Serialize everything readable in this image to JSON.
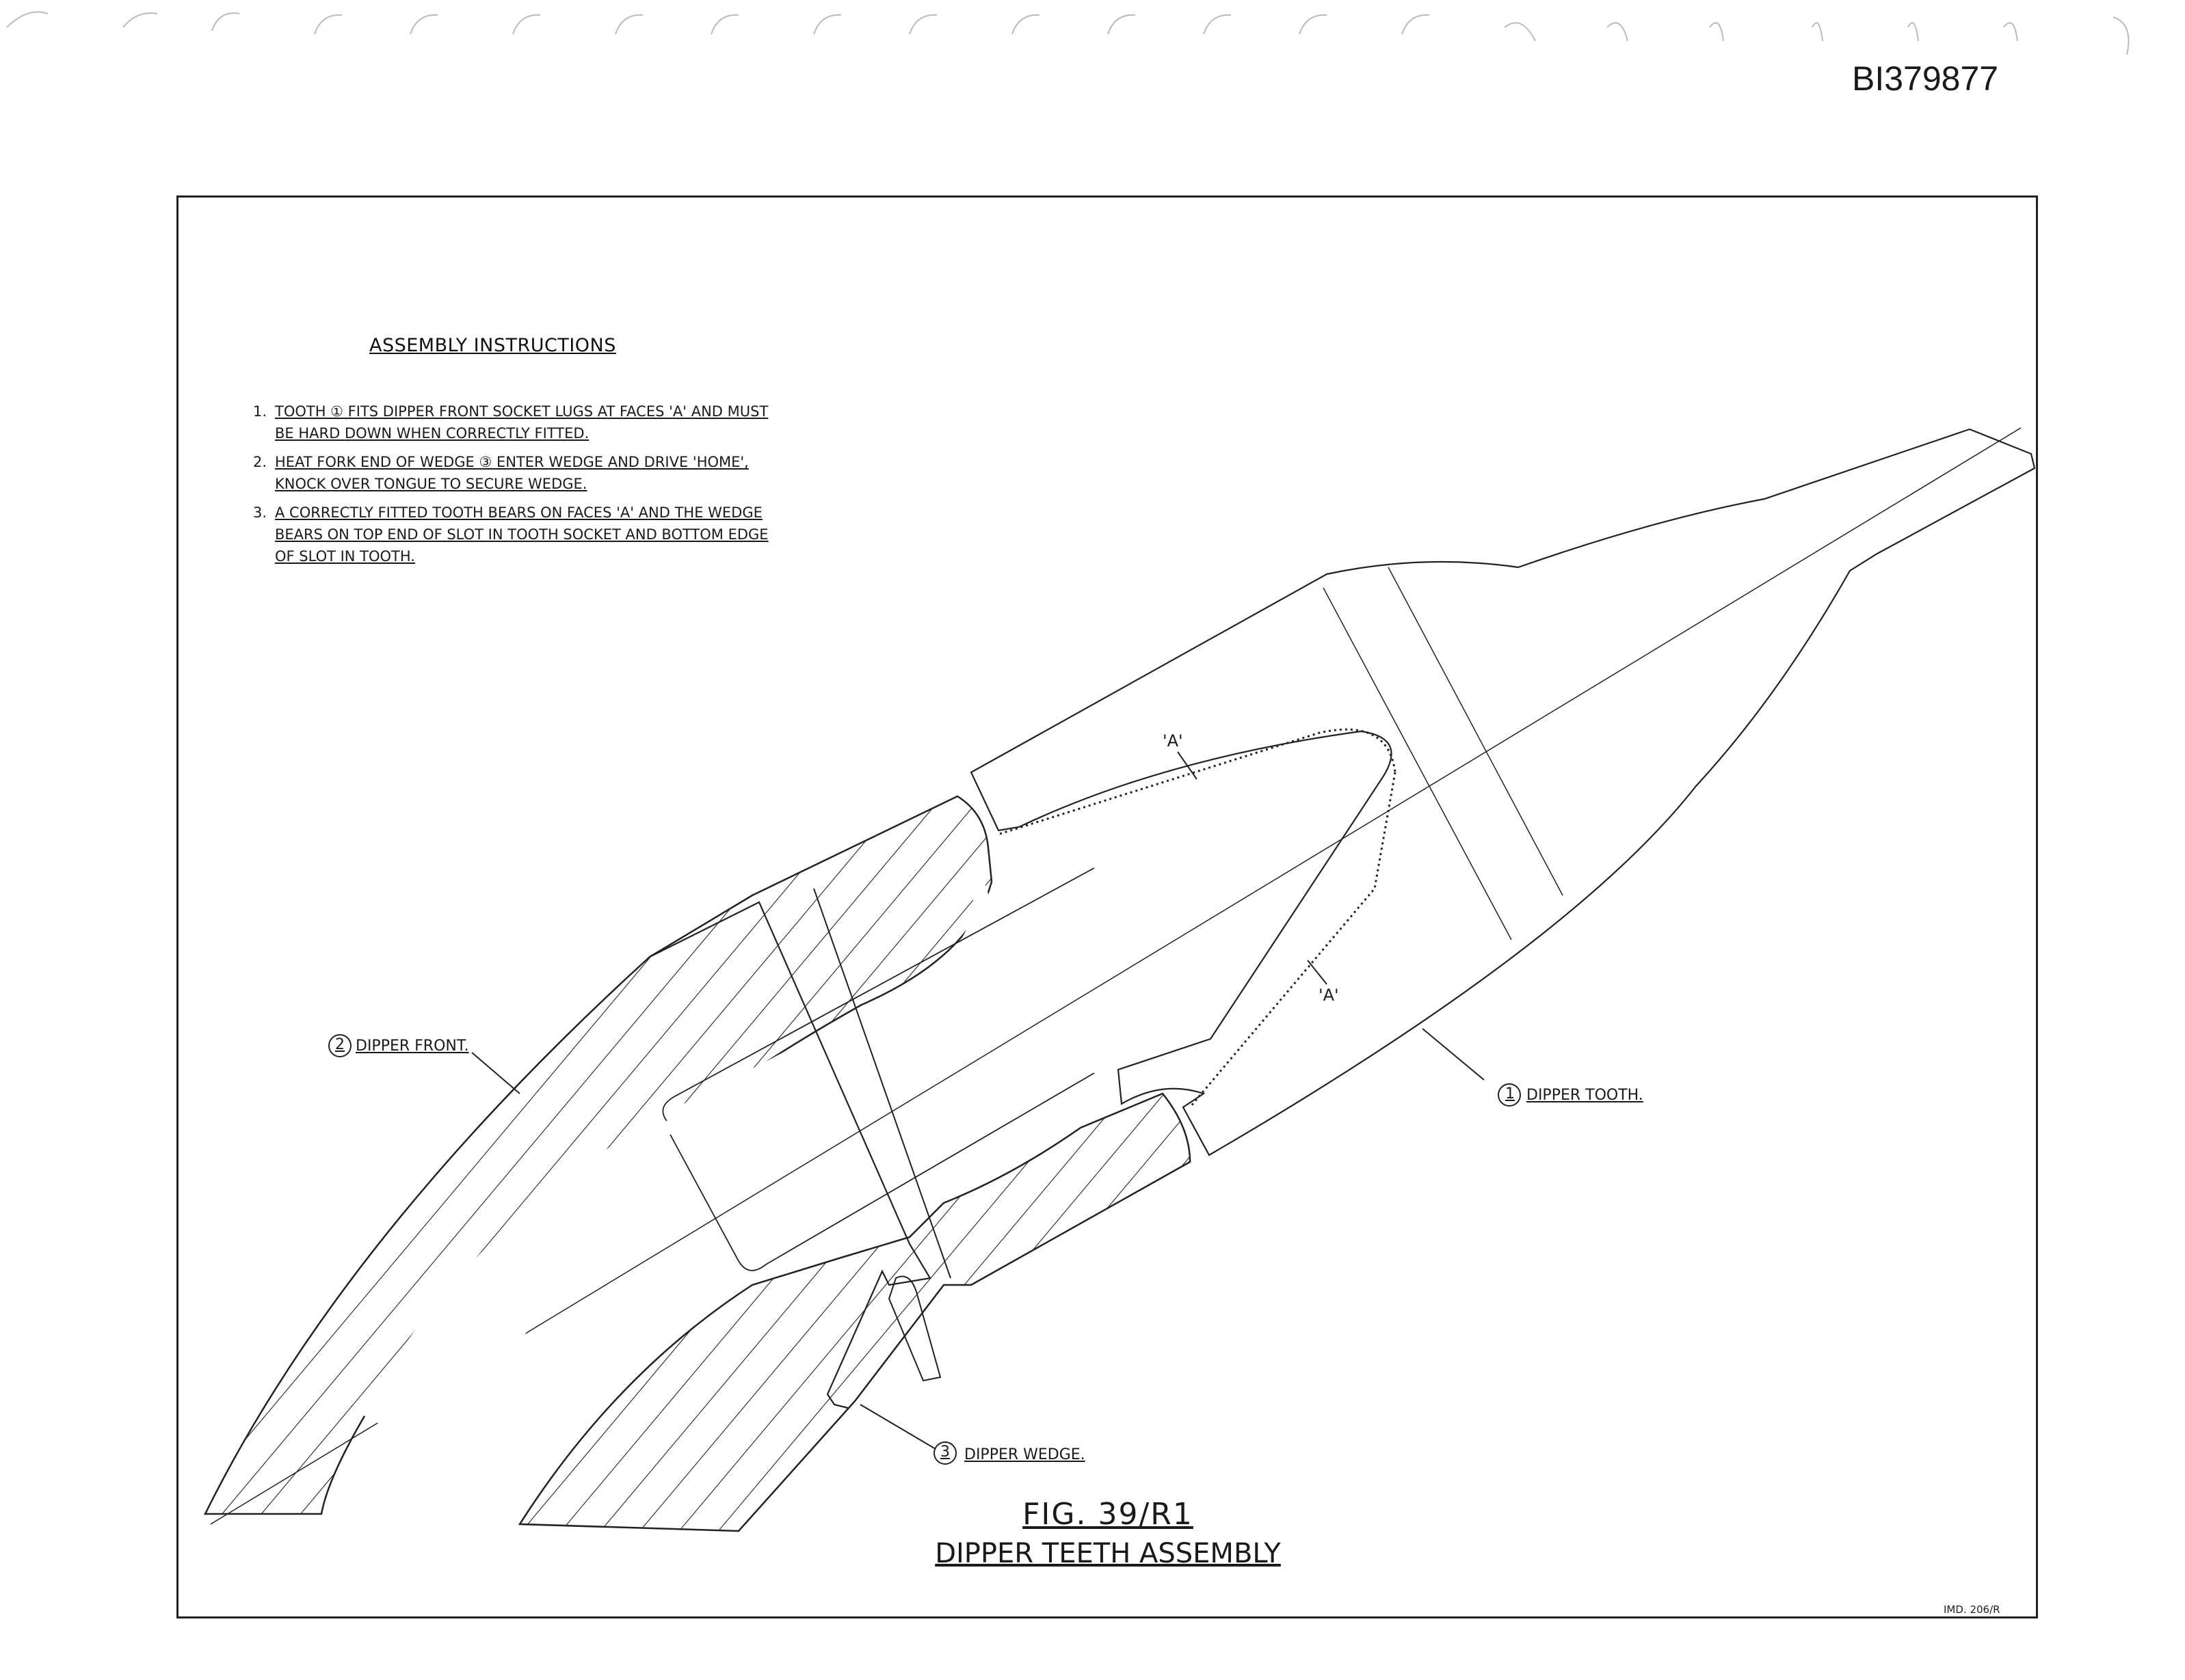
{
  "document_id": "BI379877",
  "instructions": {
    "title": "ASSEMBLY INSTRUCTIONS",
    "steps": [
      {
        "num": "1.",
        "text": "TOOTH ① FITS DIPPER FRONT SOCKET LUGS AT FACES 'A' AND MUST BE HARD DOWN WHEN CORRECTLY FITTED."
      },
      {
        "num": "2.",
        "text": "HEAT FORK END OF WEDGE ③ ENTER WEDGE AND DRIVE 'HOME', KNOCK OVER TONGUE TO SECURE WEDGE."
      },
      {
        "num": "3.",
        "text": "A CORRECTLY FITTED TOOTH BEARS ON FACES 'A' AND THE WEDGE BEARS ON TOP END OF SLOT IN TOOTH SOCKET AND BOTTOM EDGE OF SLOT IN TOOTH."
      }
    ]
  },
  "callouts": {
    "dipper_front": {
      "num": "2",
      "label": "DIPPER FRONT."
    },
    "dipper_tooth": {
      "num": "1",
      "label": "DIPPER TOOTH."
    },
    "dipper_wedge": {
      "num": "3",
      "label": "DIPPER WEDGE."
    }
  },
  "face_labels": {
    "upper": "'A'",
    "lower": "'A'"
  },
  "figure": {
    "number": "FIG. 39/R1",
    "title": "DIPPER TEETH ASSEMBLY"
  },
  "drawing_number": "IMD. 206/R"
}
